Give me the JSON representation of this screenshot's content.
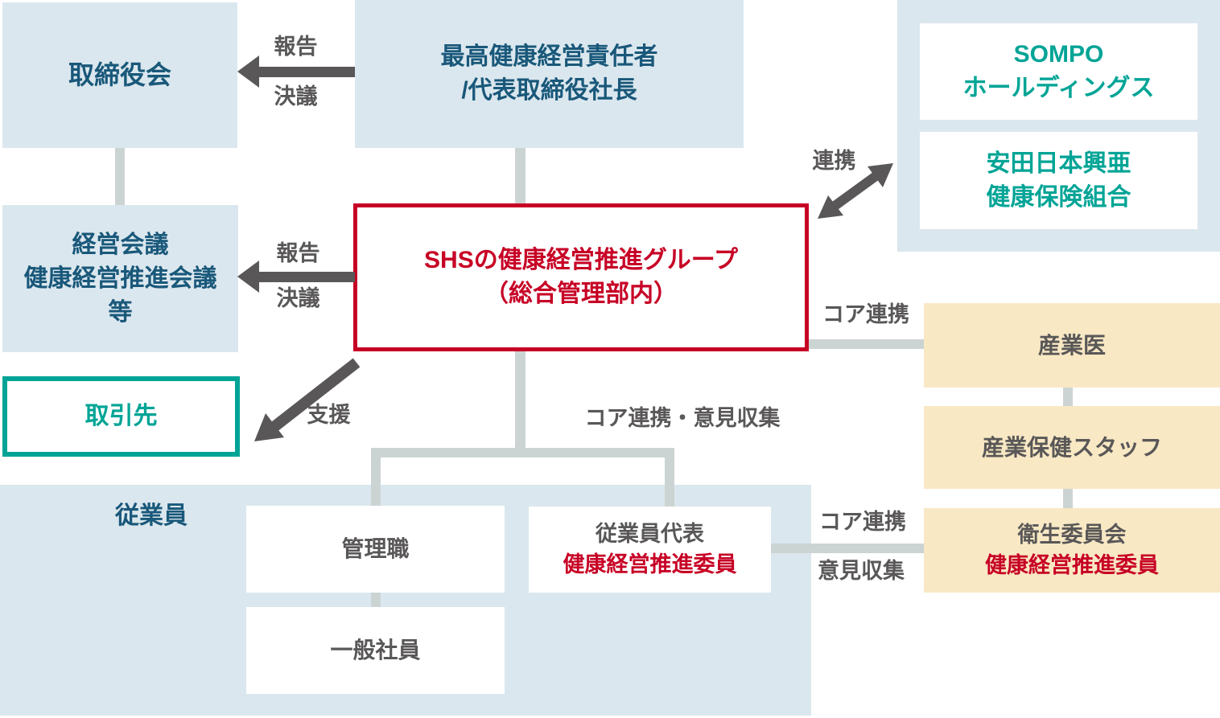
{
  "colors": {
    "light_blue_box": "#dbe7ee",
    "blue_text": "#19587a",
    "teal": "#00a496",
    "red": "#c70025",
    "yellow_box": "#f8e8c4",
    "gray_text": "#595757",
    "connector_gray": "#ccd4d3",
    "arrow_gray": "#595757"
  },
  "nodes": {
    "board": {
      "label": "取締役会"
    },
    "ceo": {
      "line1": "最高健康経営責任者",
      "line2": "/代表取締役社長"
    },
    "sompo_holdings": {
      "line1": "SOMPO",
      "line2": "ホールディングス"
    },
    "health_insurance": {
      "line1": "安田日本興亜",
      "line2": "健康保険組合"
    },
    "management_meeting": {
      "line1": "経営会議",
      "line2": "健康経営推進会議",
      "line3": "等"
    },
    "shs_group": {
      "line1": "SHSの健康経営推進グループ",
      "line2": "（総合管理部内）"
    },
    "business_partners": {
      "label": "取引先"
    },
    "employees": {
      "label": "従業員"
    },
    "managers": {
      "label": "管理職"
    },
    "general_staff": {
      "label": "一般社員"
    },
    "employee_reps": {
      "line1": "従業員代表",
      "line2": "健康経営推進委員"
    },
    "occupational_physician": {
      "label": "産業医"
    },
    "occupational_health_staff": {
      "label": "産業保健スタッフ"
    },
    "health_committee": {
      "line1": "衛生委員会",
      "line2": "健康経営推進委員"
    }
  },
  "edge_labels": {
    "report_to_board": "報告",
    "resolution_to_board": "決議",
    "report_to_meeting": "報告",
    "resolution_to_meeting": "決議",
    "alliance": "連携",
    "support": "支援",
    "core_alliance_physician": "コア連携",
    "core_alliance_opinion_collection": "コア連携・意見収集",
    "core_alliance_committee": "コア連携",
    "opinion_collection": "意見収集"
  }
}
